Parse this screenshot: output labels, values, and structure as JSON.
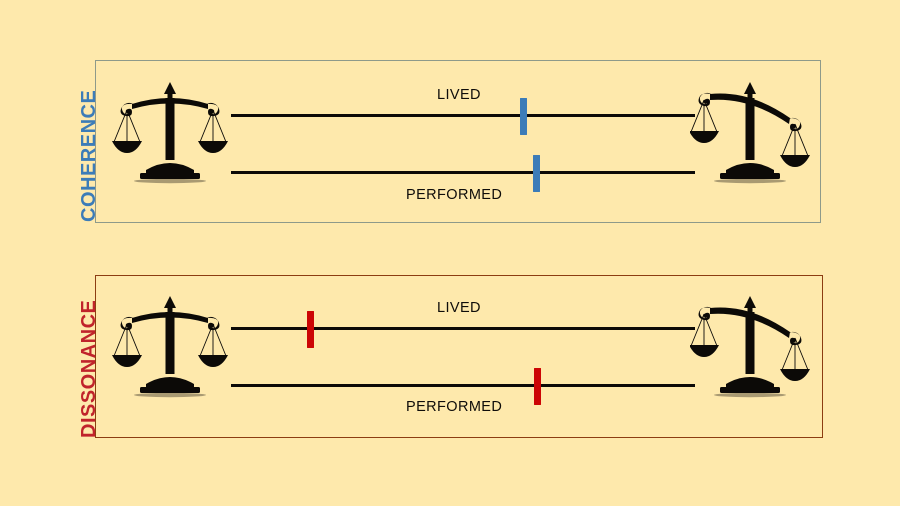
{
  "background_color": "#fee9ac",
  "diagram": {
    "type": "conceptual-continuum-diagram",
    "panels": [
      {
        "id": "coherence",
        "label": "COHERENCE",
        "label_color": "#3c7cb8",
        "border_color": "#8e9a8a",
        "marker_color": "#3c7cb8",
        "left_scale_state": "balanced",
        "right_scale_state": "tilted",
        "axes": [
          {
            "name": "lived",
            "label": "LIVED",
            "marker_position_pct": 62
          },
          {
            "name": "performed",
            "label": "PERFORMED",
            "marker_position_pct": 65
          }
        ]
      },
      {
        "id": "dissonance",
        "label": "DISSONANCE",
        "label_color": "#c0232b",
        "border_color": "#8c3d12",
        "marker_color": "#cc0505",
        "left_scale_state": "balanced",
        "right_scale_state": "tilted",
        "axes": [
          {
            "name": "lived",
            "label": "LIVED",
            "marker_position_pct": 16
          },
          {
            "name": "performed",
            "label": "PERFORMED",
            "marker_position_pct": 65
          }
        ]
      }
    ],
    "icons": {
      "balanced_scale": "balance-scale-level-icon",
      "tilted_scale": "balance-scale-tilted-icon"
    }
  }
}
